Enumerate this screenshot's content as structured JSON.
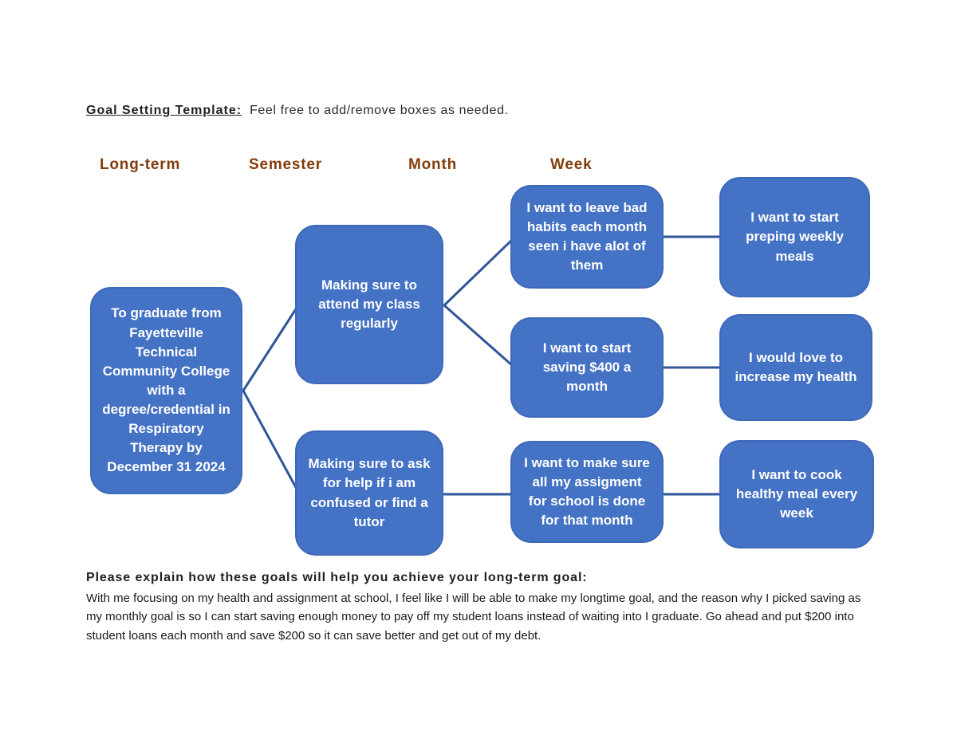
{
  "page": {
    "title_label": "Goal Setting Template:",
    "title_note": "Feel free to add/remove boxes as needed."
  },
  "columns": [
    {
      "label": "Long-term"
    },
    {
      "label": "Semester"
    },
    {
      "label": "Month"
    },
    {
      "label": "Week"
    }
  ],
  "boxes": [
    {
      "column": "Long-term",
      "text": "To graduate from Fayetteville Technical Community College with a degree/credential in Respiratory Therapy by December 31 2024"
    },
    {
      "column": "Semester",
      "text": "Making sure to attend my class regularly"
    },
    {
      "column": "Semester",
      "text": "Making sure to ask for help if i am confused or find a tutor"
    },
    {
      "column": "Month",
      "text": "I want to leave bad habits each month seen i have alot of them"
    },
    {
      "column": "Month",
      "text": "I want to start saving $400 a month"
    },
    {
      "column": "Month",
      "text": "I want to make sure all my assigment for school is done for that month"
    },
    {
      "column": "Week",
      "text": "I want to start preping weekly meals"
    },
    {
      "column": "Week",
      "text": "I would love to increase my health"
    },
    {
      "column": "Week",
      "text": "I want to cook healthy meal every week"
    }
  ],
  "explanation": {
    "heading": "Please explain how these goals will help you achieve your long-term goal:",
    "body": "With me focusing on my health and assignment at school, I feel like I will be able to make my longtime goal, and the reason why I picked saving as my monthly goal is so I can start saving enough money to pay off my student loans instead of waiting into I graduate. Go ahead and put $200 into student loans each month and save $200 so it can save better and get out of my debt."
  },
  "colors": {
    "box_fill": "#4472C4",
    "box_border": "#3E68B8",
    "connector": "#2F5597",
    "column_heading": "#833C0B"
  }
}
